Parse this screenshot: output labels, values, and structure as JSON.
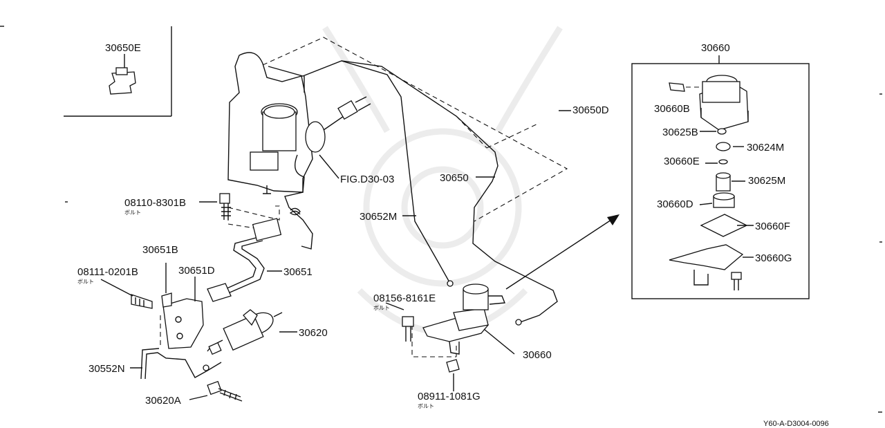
{
  "labels": {
    "p30650E": "30650E",
    "p30650D": "30650D",
    "p30650": "30650",
    "p30652M": "30652M",
    "p30651": "30651",
    "p30651B": "30651B",
    "p30651D": "30651D",
    "p30620": "30620",
    "p30620A": "30620A",
    "p30552N": "30552N",
    "p30660_main": "30660",
    "p30660_box": "30660",
    "p30660B": "30660B",
    "p30625B": "30625B",
    "p30624M": "30624M",
    "p30660E": "30660E",
    "p30625M": "30625M",
    "p30660D": "30660D",
    "p30660F": "30660F",
    "p30660G": "30660G",
    "bolt1": "08110-8301B",
    "bolt2": "08111-0201B",
    "bolt3": "08156-8161E",
    "nut1": "08911-1081G",
    "fig_ref": "FIG.D30-03"
  },
  "bolt_sublabel": "ボルト",
  "drawing_code": "Y60-A-D3004-0096"
}
